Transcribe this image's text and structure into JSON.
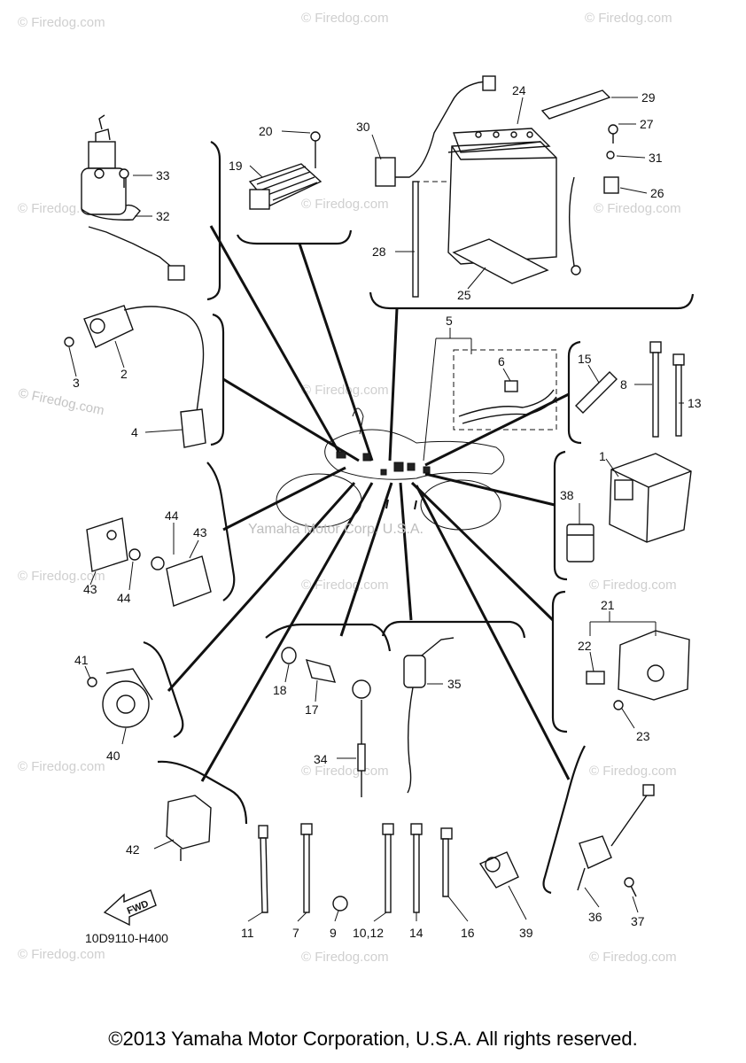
{
  "watermark": "© Firedog.com",
  "center_watermark": "Yamaha Motor Corp. U.S.A.",
  "diagram_code": "10D9110-H400",
  "fwd_label": "FWD",
  "copyright": "©2013 Yamaha Motor Corporation, U.S.A. All rights reserved.",
  "callouts": {
    "c1": "1",
    "c2": "2",
    "c3": "3",
    "c4": "4",
    "c5": "5",
    "c6": "6",
    "c7": "7",
    "c8": "8",
    "c9": "9",
    "c10_12": "10,12",
    "c11": "11",
    "c13": "13",
    "c14": "14",
    "c15": "15",
    "c16": "16",
    "c17": "17",
    "c18": "18",
    "c19": "19",
    "c20": "20",
    "c21": "21",
    "c22": "22",
    "c23": "23",
    "c24": "24",
    "c25": "25",
    "c26": "26",
    "c27": "27",
    "c28": "28",
    "c29": "29",
    "c30": "30",
    "c31": "31",
    "c32": "32",
    "c33": "33",
    "c34": "34",
    "c35": "35",
    "c36": "36",
    "c37": "37",
    "c38": "38",
    "c39": "39",
    "c40": "40",
    "c41": "41",
    "c42": "42",
    "c43a": "43",
    "c43b": "43",
    "c44a": "44",
    "c44b": "44"
  }
}
